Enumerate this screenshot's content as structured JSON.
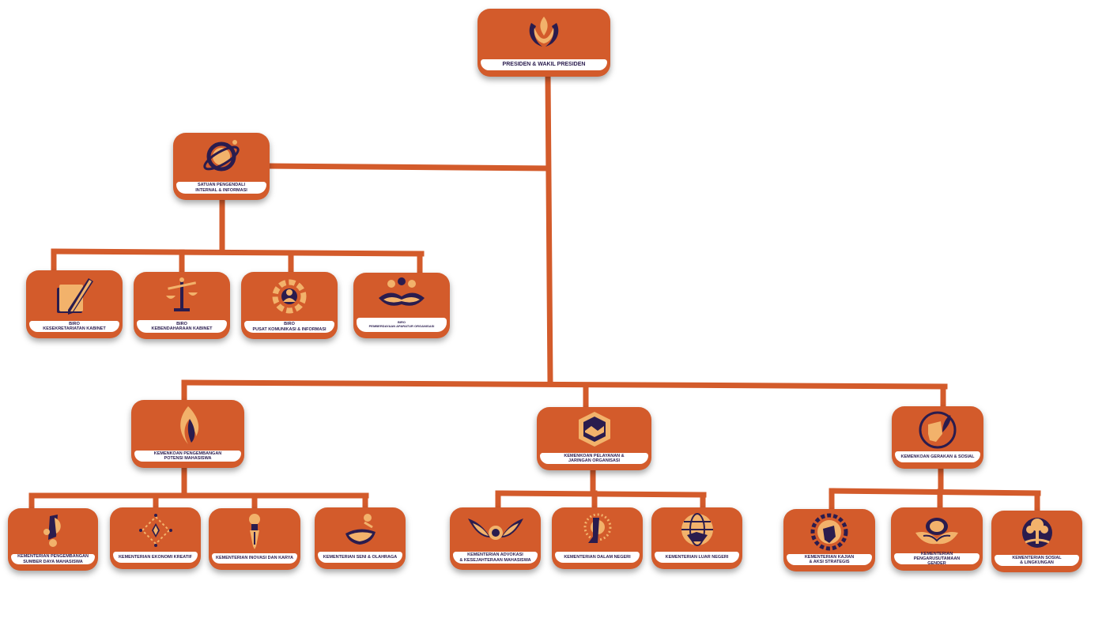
{
  "colors": {
    "box": "#D35B2B",
    "line": "#D35B2B",
    "label_text": "#2a1c4e",
    "icon_dark": "#2a1c4e",
    "icon_gold": "#F2B26B"
  },
  "nodes": {
    "presiden": {
      "label": "PRESIDEN & WAKIL PRESIDEN",
      "icon": "flame-wings-icon"
    },
    "spii": {
      "label": "SATUAN PENGENDALI\nINTERNAL & INFORMASI",
      "icon": "orbit-globe-icon"
    },
    "biro_kesekretariatan": {
      "label": "BIRO\nKESEKRETARIATAN KABINET",
      "icon": "folder-pen-icon"
    },
    "biro_kebendaharaan": {
      "label": "BIRO\nKEBENDAHARAAN KABINET",
      "icon": "scales-icon"
    },
    "biro_puskominfo": {
      "label": "BIRO\nPUSAT KOMUNIKASI & INFORMASI",
      "icon": "gear-people-icon"
    },
    "biro_pemberdayaan": {
      "label": "BIRO\nPEMBERDAYAAN APARATUR ORGANISASI",
      "icon": "hands-people-icon"
    },
    "kemenkoan_pengembangan": {
      "label": "KEMENKOAN PENGEMBANGAN\nPOTENSI MAHASISWA",
      "icon": "flame-icon"
    },
    "kemenkoan_pelayanan": {
      "label": "KEMENKOAN PELAYANAN &\nJARINGAN ORGANISASI",
      "icon": "handshake-badge-icon"
    },
    "kemenkoan_gerakan": {
      "label": "KEMENKOAN GERAKAN & SOSIAL",
      "icon": "fist-leaf-icon"
    },
    "kem_psdm": {
      "label": "KEMENTERIAN PENGEMBANGAN\nSUMBER DAYA MAHASISWA",
      "icon": "person-growth-icon"
    },
    "kem_ekraf": {
      "label": "KEMENTERIAN EKONOMI KREATIF",
      "icon": "sparkle-diamond-icon"
    },
    "kem_inovasi": {
      "label": "KEMENTERIAN INOVASI DAN KARYA",
      "icon": "lightbulb-pen-icon"
    },
    "kem_senior": {
      "label": "KEMENTERIAN SENI & OLAHRAGA",
      "icon": "dancer-ball-icon"
    },
    "kem_advokasi": {
      "label": "KEMENTERIAN ADVOKASI\n& KESEJAHTERAAN MAHASISWA",
      "icon": "winged-hands-icon"
    },
    "kem_dalam_negeri": {
      "label": "KEMENTERIAN DALAM NEGERI",
      "icon": "sun-person-icon"
    },
    "kem_luar_negeri": {
      "label": "KEMENTERIAN LUAR NEGERI",
      "icon": "globe-handshake-icon"
    },
    "kem_kajian": {
      "label": "KEMENTERIAN KAJIAN\n& AKSI STRATEGIS",
      "icon": "fist-gear-icon"
    },
    "kem_gender": {
      "label": "KEMENTERIAN PENGARUSUTAMAAN\nGENDER",
      "icon": "hands-circle-icon"
    },
    "kem_sosling": {
      "label": "KEMENTERIAN SOSIAL\n& LINGKUNGAN",
      "icon": "tree-hands-icon"
    }
  }
}
